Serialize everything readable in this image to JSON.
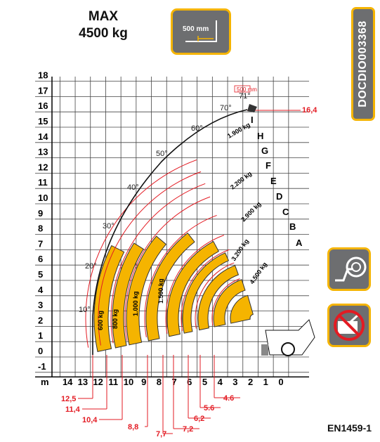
{
  "title": {
    "line1": "MAX",
    "line2": "4500 kg"
  },
  "fork_badge": {
    "label": "500 mm"
  },
  "doc_code": "DOCDIO003368",
  "standard": "EN1459-1",
  "unit_label": "m",
  "height_ticks": [
    "18",
    "17",
    "16",
    "15",
    "14",
    "13",
    "12",
    "11",
    "10",
    "9",
    "8",
    "7",
    "6",
    "5",
    "4",
    "3",
    "2",
    "1",
    "0",
    "-1"
  ],
  "reach_ticks": [
    "14",
    "13",
    "12",
    "11",
    "10",
    "9",
    "8",
    "7",
    "6",
    "5",
    "4",
    "3",
    "2",
    "1",
    "0"
  ],
  "angles": [
    "10°",
    "20°",
    "30°",
    "40°",
    "50°",
    "60°",
    "70°",
    "71°"
  ],
  "extension_letters": [
    "A",
    "B",
    "C",
    "D",
    "E",
    "F",
    "G",
    "H",
    "I"
  ],
  "tip_offset_label": "500 mm",
  "max_height_label": "16,4",
  "zones": [
    {
      "load": "600 kg",
      "reach": "12,5"
    },
    {
      "load": "800 kg",
      "reach": "11,4"
    },
    {
      "load": "1.000 kg",
      "reach": "10,4"
    },
    {
      "load": "1.500 kg",
      "reach": "8,8"
    },
    {
      "load": "1.900 kg",
      "reach": "7,7"
    },
    {
      "load": "2.200 kg",
      "reach": "7,2"
    },
    {
      "load": "2.900 kg",
      "reach": "6,2"
    },
    {
      "load": "3.200 kg",
      "reach": "5.6"
    },
    {
      "load": "4.500 kg",
      "reach": "4.6"
    }
  ],
  "colors": {
    "accent": "#f5b400",
    "red": "#e31b23",
    "grid": "#444444",
    "badge": "#6d6e70"
  }
}
